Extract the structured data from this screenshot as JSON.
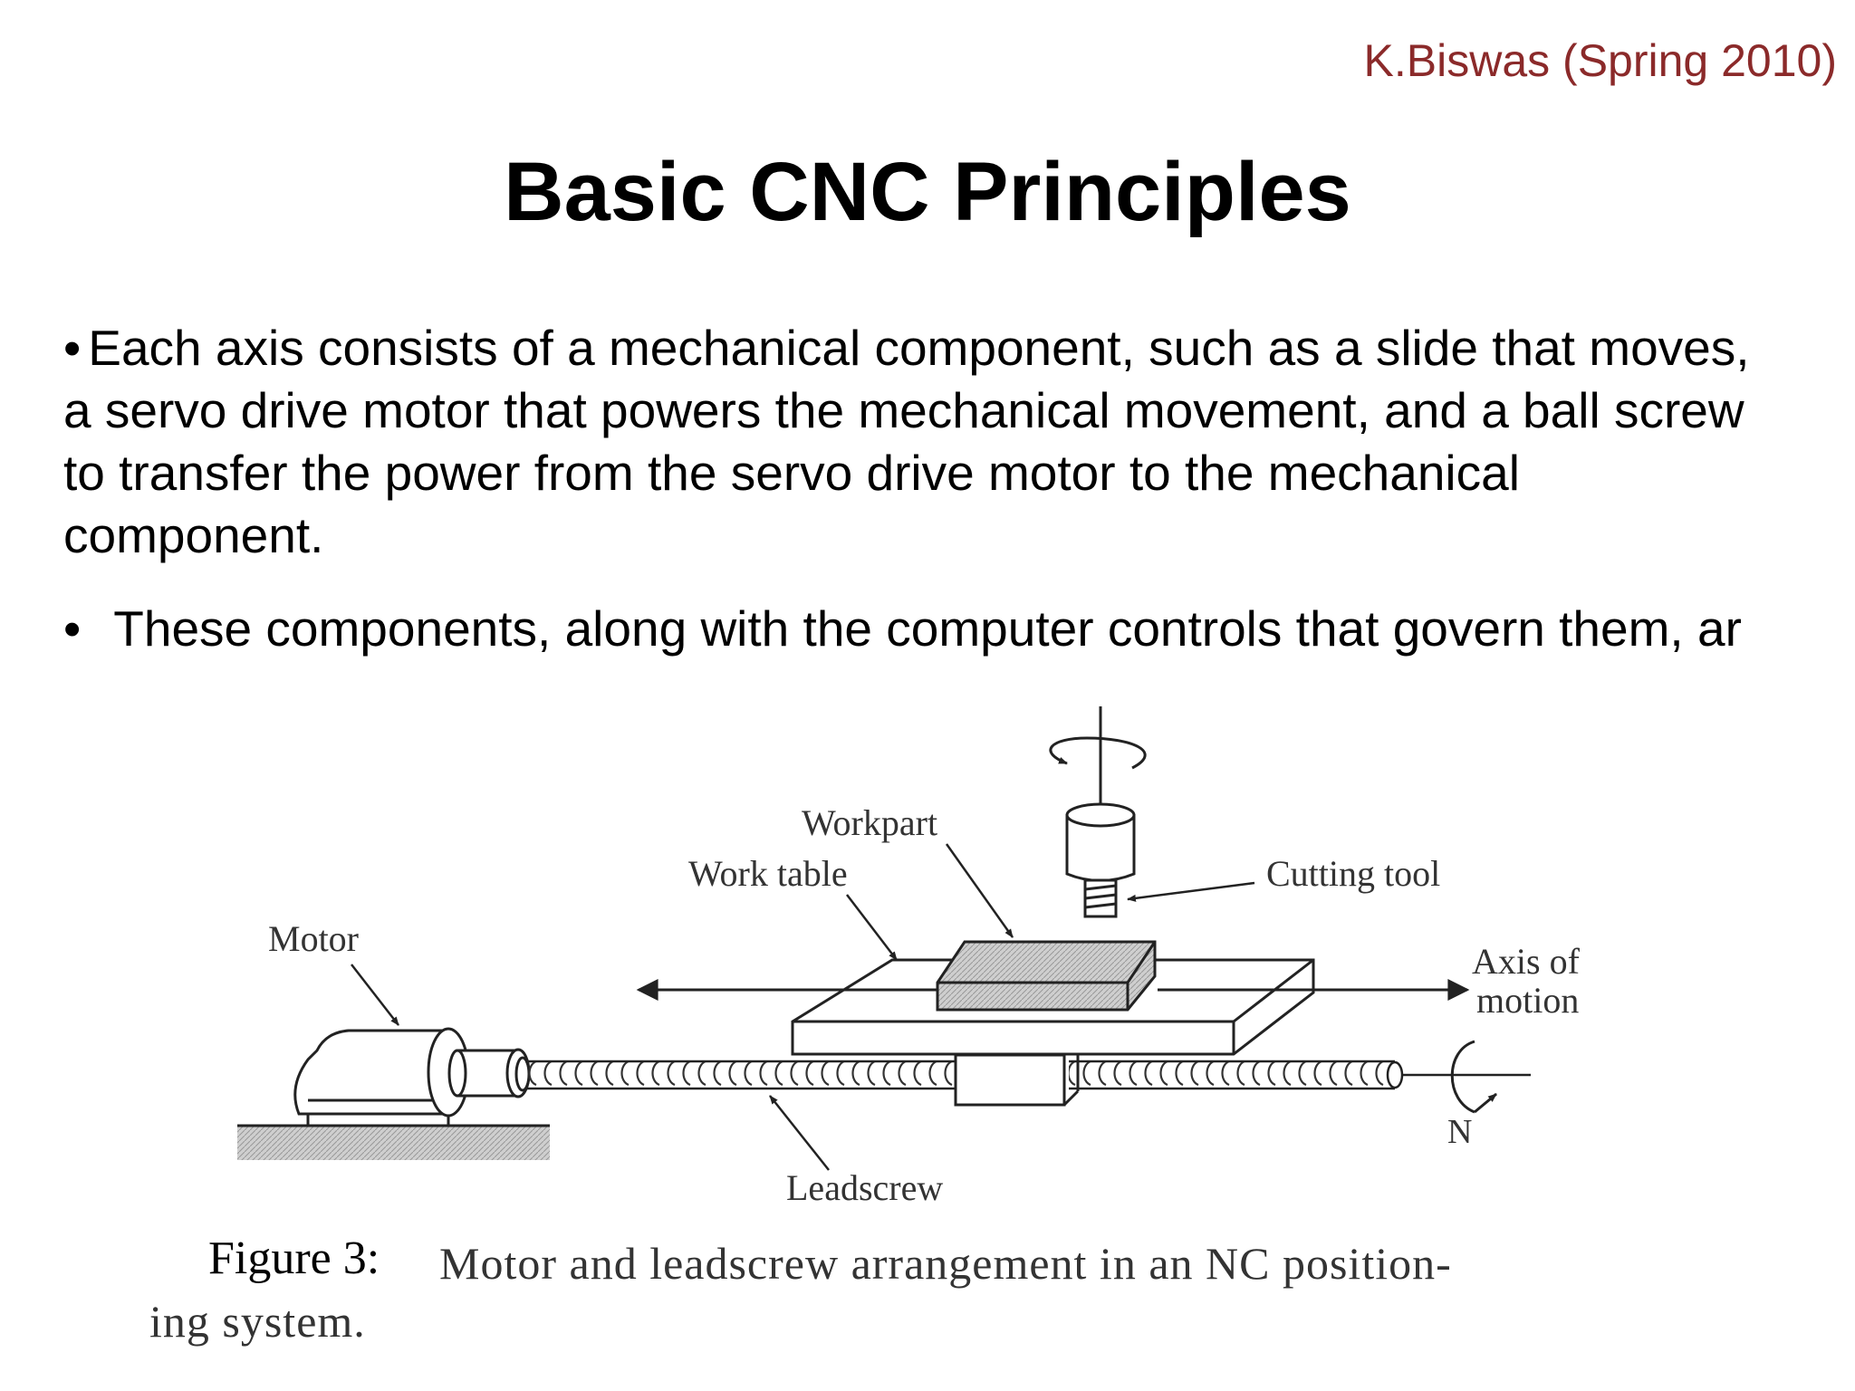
{
  "header": {
    "author": "K.Biswas (Spring 2010)",
    "title": "Basic CNC Principles"
  },
  "bullets": [
    {
      "symbol": "•",
      "text": "Each axis consists of a mechanical component, such as a slide that moves, a   servo drive motor that powers the mechanical movement, and a ball screw to transfer the power from the servo drive motor to the mechanical component."
    },
    {
      "symbol": "•",
      "text": "These components, along with the computer controls that govern them, ar"
    }
  ],
  "figure": {
    "labels": {
      "workpart": "Workpart",
      "work_table": "Work table",
      "cutting_tool": "Cutting tool",
      "motor": "Motor",
      "axis_of": "Axis of",
      "motion": "motion",
      "n": "N",
      "leadscrew": "Leadscrew"
    },
    "caption_prefix": "Figure 3:",
    "caption_line1": "Motor and leadscrew arrangement in an NC position-",
    "caption_line2": "ing system."
  }
}
